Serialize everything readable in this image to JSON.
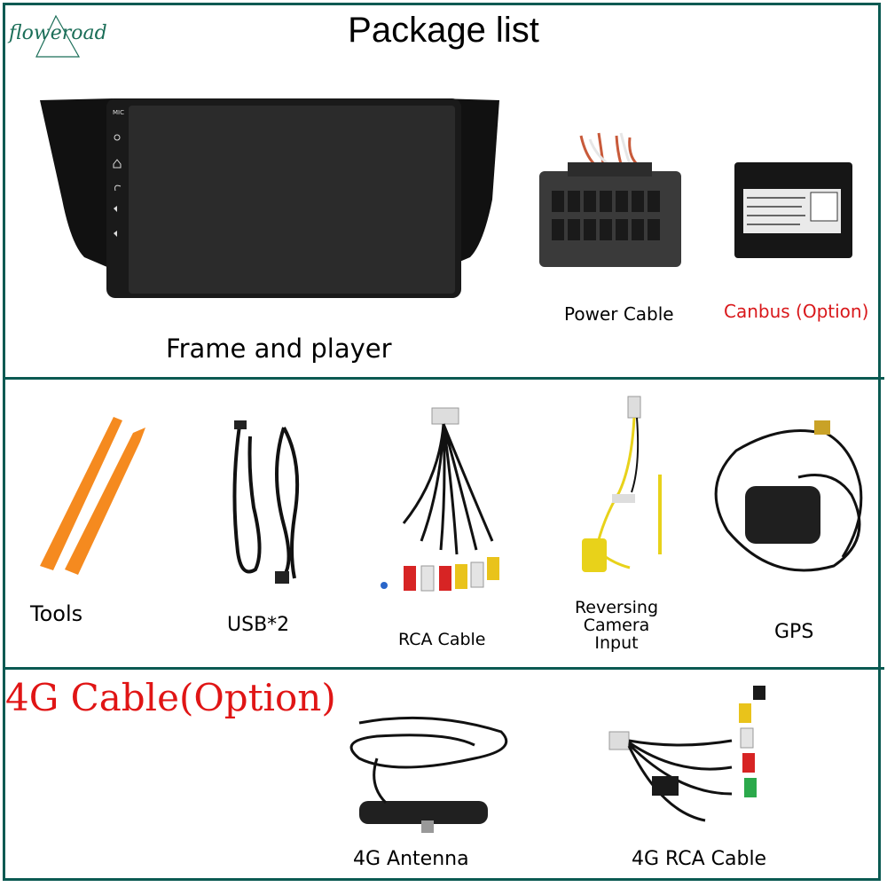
{
  "brand": "floweroad",
  "title": "Package list",
  "row1": {
    "frame_label": "Frame and player",
    "power_label": "Power Cable",
    "canbus_label": "Canbus (Option)"
  },
  "row2": {
    "tools_label": "Tools",
    "usb_label": "USB*2",
    "rca_label": "RCA Cable",
    "rev_line1": "Reversing",
    "rev_line2": "Camera",
    "rev_line3": "Input",
    "gps_label": "GPS"
  },
  "row3": {
    "option_title": "4G Cable(Option)",
    "antenna_label": "4G Antenna",
    "rca4g_label": "4G RCA Cable"
  },
  "colors": {
    "border": "#0b5a52",
    "red": "#d9181b",
    "tool_orange": "#f58a1f"
  },
  "icons": [
    "home-icon",
    "back-icon",
    "power-icon",
    "volume-icon"
  ]
}
